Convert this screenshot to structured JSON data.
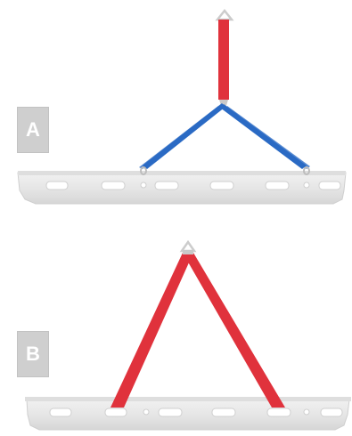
{
  "figure": {
    "panels": [
      {
        "label": "A",
        "sling_type": "single-leg top with two-leg bridle",
        "colors": {
          "top_sling": "#e0323c",
          "bridle": "#2a6ac4"
        }
      },
      {
        "label": "B",
        "sling_type": "two-leg sling",
        "colors": {
          "legs": "#e0323c"
        }
      }
    ],
    "colors": {
      "tray": "#e6e6e6",
      "tray_edge": "#cfcfcf",
      "hardware": "#dcdcdc",
      "badge": "#cfcfcf"
    }
  }
}
